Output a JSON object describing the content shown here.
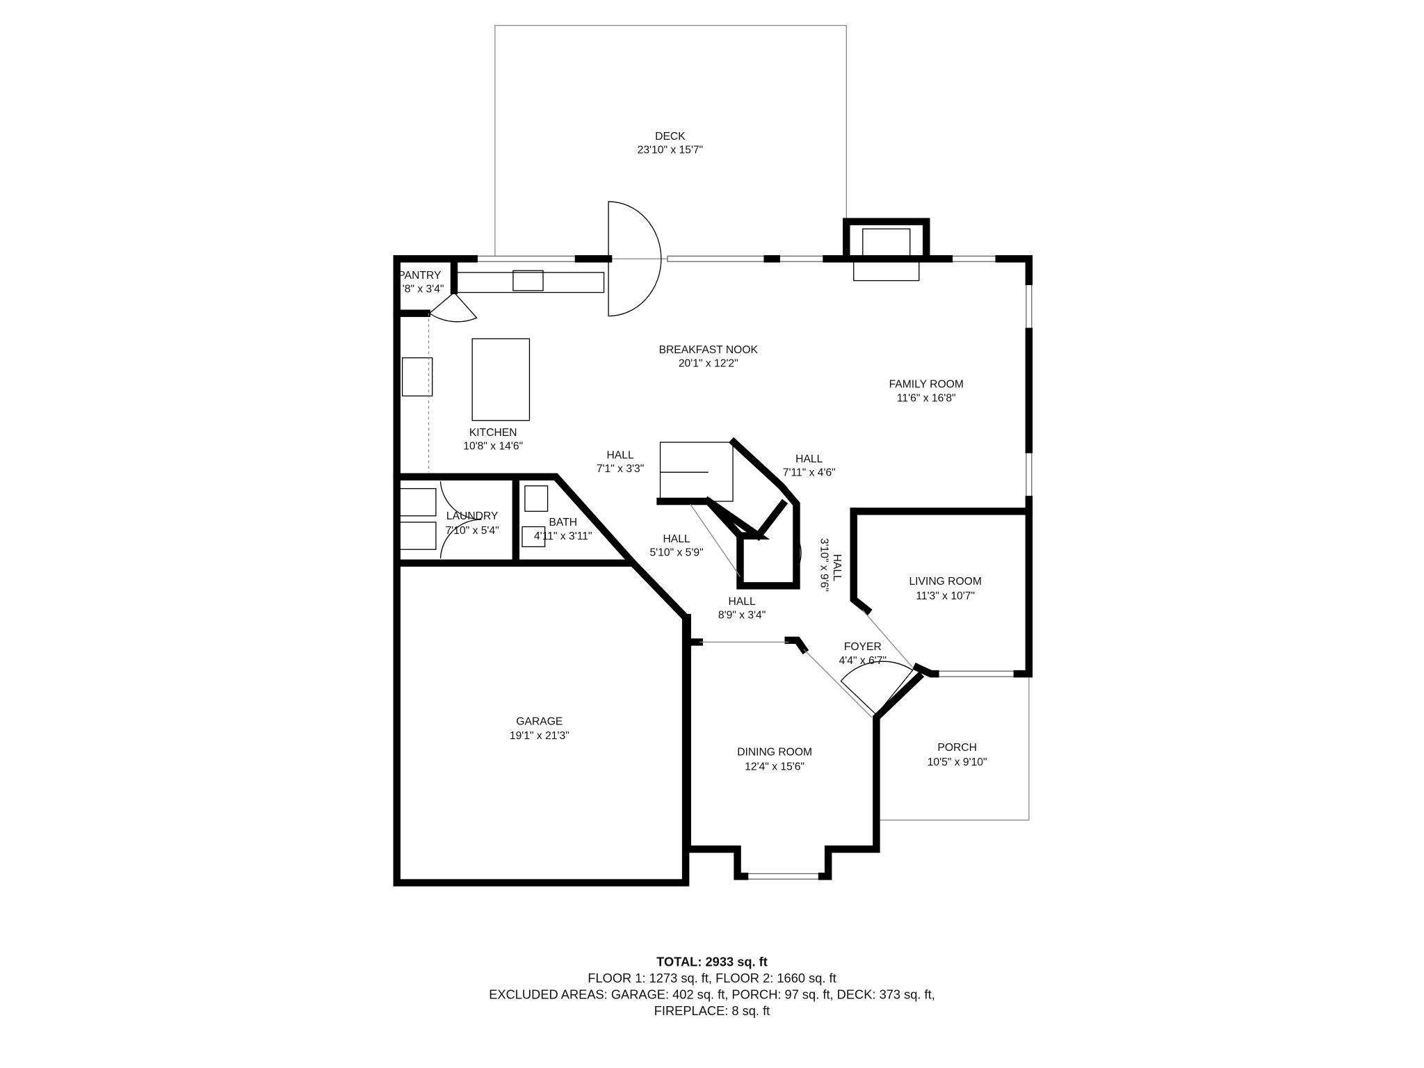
{
  "rooms": {
    "deck": {
      "name": "DECK",
      "size": "23'10\" x 15'7\""
    },
    "pantry": {
      "name": "PANTRY",
      "size": "'8\" x 3'4\""
    },
    "breakfast_nook": {
      "name": "BREAKFAST NOOK",
      "size": "20'1\" x 12'2\""
    },
    "family_room": {
      "name": "FAMILY ROOM",
      "size": "11'6\" x 16'8\""
    },
    "kitchen": {
      "name": "KITCHEN",
      "size": "10'8\" x 14'6\""
    },
    "hall_1": {
      "name": "HALL",
      "size": "7'1\" x 3'3\""
    },
    "hall_2": {
      "name": "HALL",
      "size": "7'11\" x 4'6\""
    },
    "laundry": {
      "name": "LAUNDRY",
      "size": "7'10\" x 5'4\""
    },
    "bath": {
      "name": "BATH",
      "size": "4'11\" x 3'11\""
    },
    "hall_3": {
      "name": "HALL",
      "size": "5'10\" x 5'9\""
    },
    "hall_4": {
      "name": "HALL",
      "size": "3'10\" x 9'6\""
    },
    "living_room": {
      "name": "LIVING ROOM",
      "size": "11'3\" x 10'7\""
    },
    "hall_5": {
      "name": "HALL",
      "size": "8'9\" x 3'4\""
    },
    "foyer": {
      "name": "FOYER",
      "size": "4'4\" x 6'7\""
    },
    "garage": {
      "name": "GARAGE",
      "size": "19'1\" x 21'3\""
    },
    "dining_room": {
      "name": "DINING ROOM",
      "size": "12'4\" x 15'6\""
    },
    "porch": {
      "name": "PORCH",
      "size": "10'5\" x 9'10\""
    }
  },
  "summary": {
    "total": "TOTAL: 2933 sq. ft",
    "floors": "FLOOR 1:  1273 sq. ft, FLOOR 2: 1660  sq. ft",
    "excluded": "EXCLUDED AREAS: GARAGE: 402 sq. ft, PORCH: 97 sq. ft, DECK: 373 sq. ft,",
    "fireplace": "FIREPLACE: 8 sq. ft"
  }
}
